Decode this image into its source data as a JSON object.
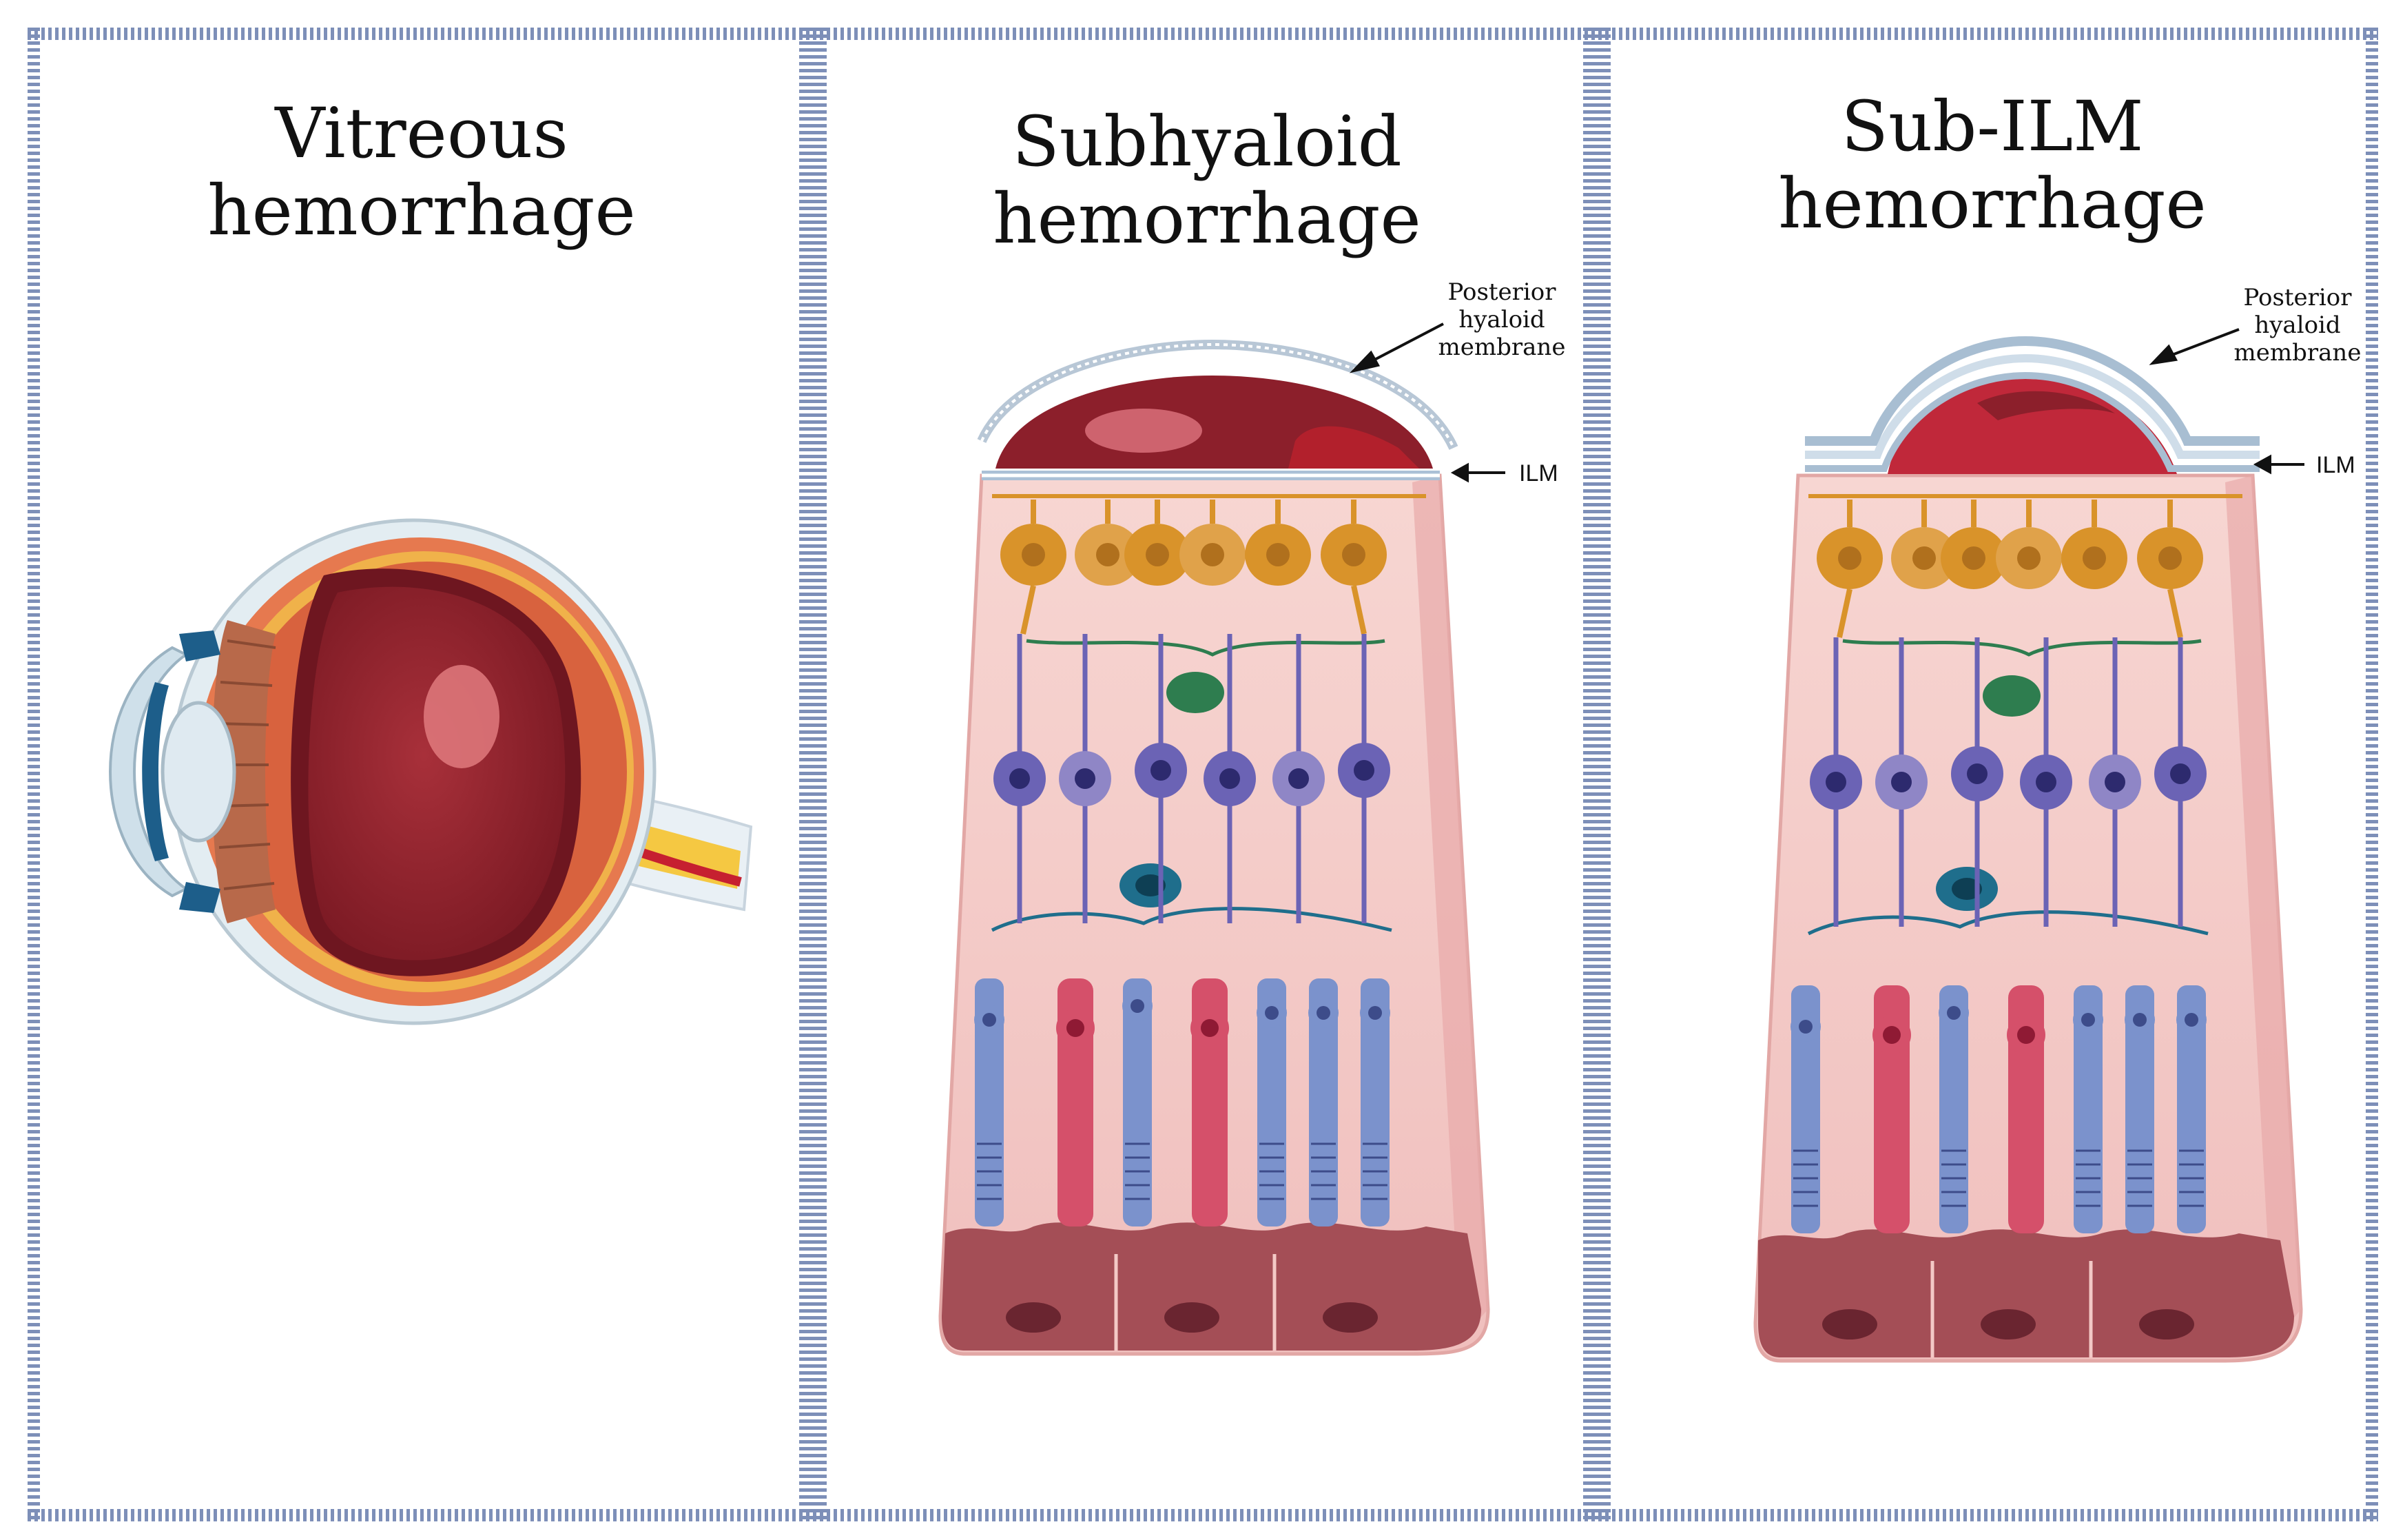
{
  "panels": [
    {
      "title_line1": "Vitreous",
      "title_line2": "hemorrhage"
    },
    {
      "title_line1": "Subhyaloid",
      "title_line2": "hemorrhage",
      "label_phm_1": "Posterior",
      "label_phm_2": "hyaloid",
      "label_phm_3": "membrane",
      "label_ilm": "ILM"
    },
    {
      "title_line1": "Sub-ILM",
      "title_line2": "hemorrhage",
      "label_phm_1": "Posterior",
      "label_phm_2": "hyaloid",
      "label_phm_3": "membrane",
      "label_ilm": "ILM"
    }
  ],
  "colors": {
    "frame": "#7d8fb8",
    "blood_dark": "#8c1f2b",
    "blood_bright": "#c0283a",
    "tissue": "#f3c9c6",
    "ganglion": "#d9932a",
    "bipolar": "#6b63b5",
    "amacrine": "#2e7d4f",
    "horizontal": "#1f6e8c",
    "rod": "#7b92cc",
    "cone": "#d5506a",
    "rpe": "#a7535a"
  },
  "icons": [
    "eye-cross-section-icon",
    "retina-layer-icon"
  ]
}
